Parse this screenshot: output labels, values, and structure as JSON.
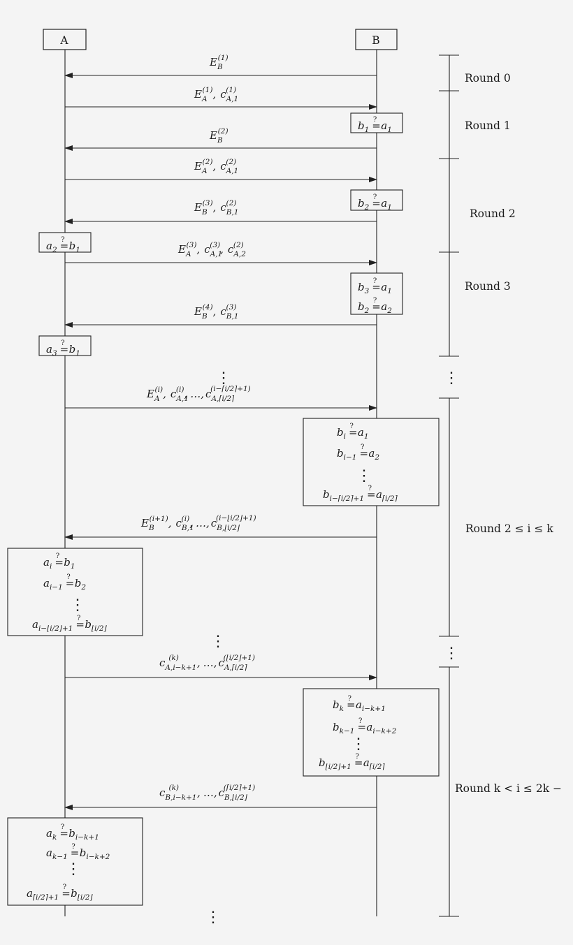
{
  "participants": {
    "a": "A",
    "b": "B"
  },
  "rounds": {
    "r0": "Round 0",
    "r1": "Round 1",
    "r2": "Round 2",
    "r3": "Round 3",
    "ri": "Round 2 ≤ i ≤ k",
    "rk": "Round k < i ≤ 2k −"
  },
  "symbols": {
    "check": "?",
    "comma": ",",
    "dots": "…",
    "vdots": "⋮"
  }
}
